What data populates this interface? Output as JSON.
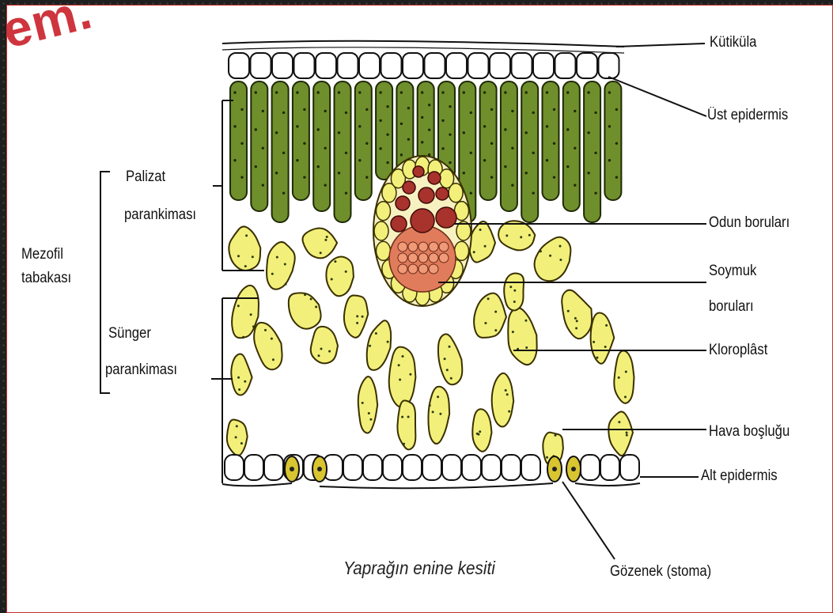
{
  "watermark": "em.",
  "caption": "Yaprağın enine kesiti",
  "labels": {
    "kutikula": "Kütiküla",
    "ust_epidermis": "Üst epidermis",
    "odun_borulari": "Odun boruları",
    "soymuk_1": "Soymuk",
    "soymuk_2": "boruları",
    "kloroplast": "Kloroplâst",
    "hava_boslugu": "Hava boşluğu",
    "alt_epidermis": "Alt epidermis",
    "gozenek": "Gözenek (stoma)",
    "mezofil_1": "Mezofil",
    "mezofil_2": "tabakası",
    "palizat_1": "Palizat",
    "palizat_2": "parankiması",
    "sunger_1": "Sünger",
    "sunger_2": "parankiması"
  },
  "colors": {
    "slide_border": "#c8302a",
    "palisade": "#6f8f2c",
    "spongy": "#f2f07a",
    "xylem": "#a8322c",
    "phloem": "#e07c5c",
    "line": "#111111"
  }
}
